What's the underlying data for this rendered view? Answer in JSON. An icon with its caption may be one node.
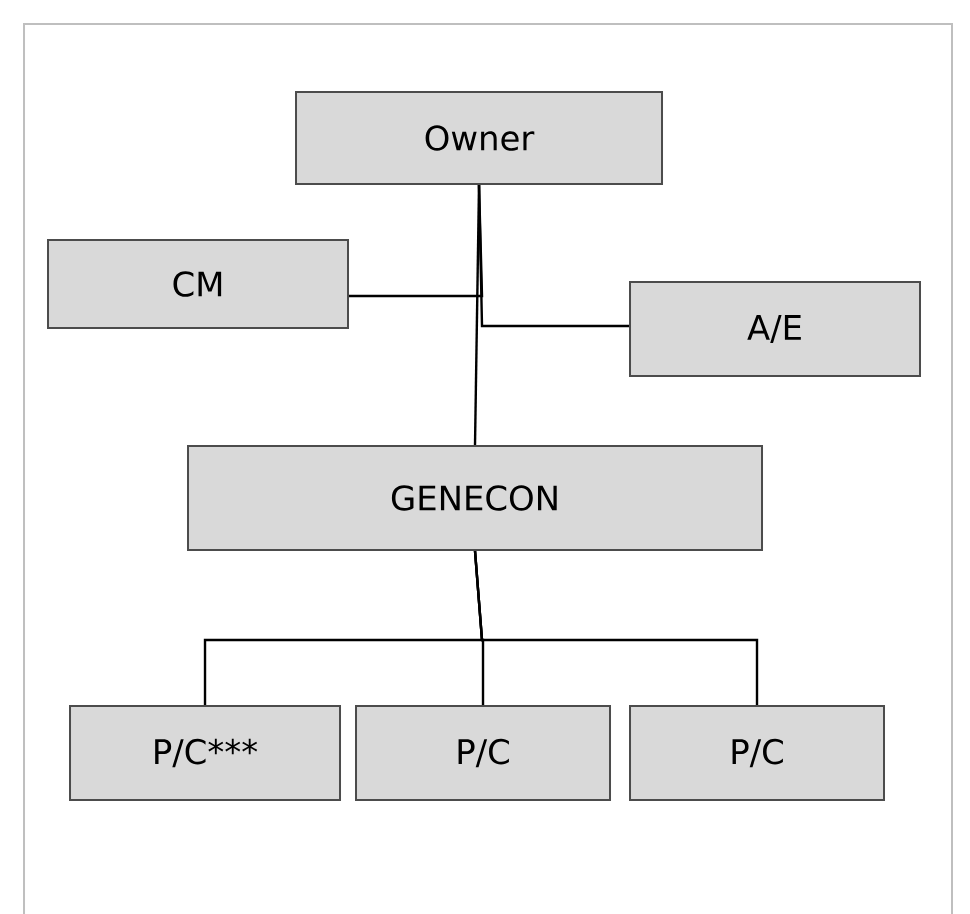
{
  "diagram": {
    "nodes": [
      {
        "text": [
          "Owner"
        ]
      },
      {
        "text": [
          "CM"
        ]
      },
      {
        "text": [
          "A/E"
        ]
      },
      {
        "text": [
          "GENECON"
        ]
      },
      {
        "text": [
          "P/C***"
        ]
      },
      {
        "text": [
          "P/C"
        ]
      },
      {
        "text": [
          "P/C"
        ]
      }
    ],
    "edges": [
      {
        "from": 0,
        "to": 1,
        "arrow": "none"
      },
      {
        "from": 0,
        "to": 2,
        "arrow": "none"
      },
      {
        "from": 0,
        "to": 3,
        "arrow": "none"
      },
      {
        "from": 3,
        "to": 4,
        "arrow": "none"
      },
      {
        "from": 3,
        "to": 5,
        "arrow": "none"
      },
      {
        "from": 3,
        "to": 6,
        "arrow": "none"
      }
    ]
  }
}
